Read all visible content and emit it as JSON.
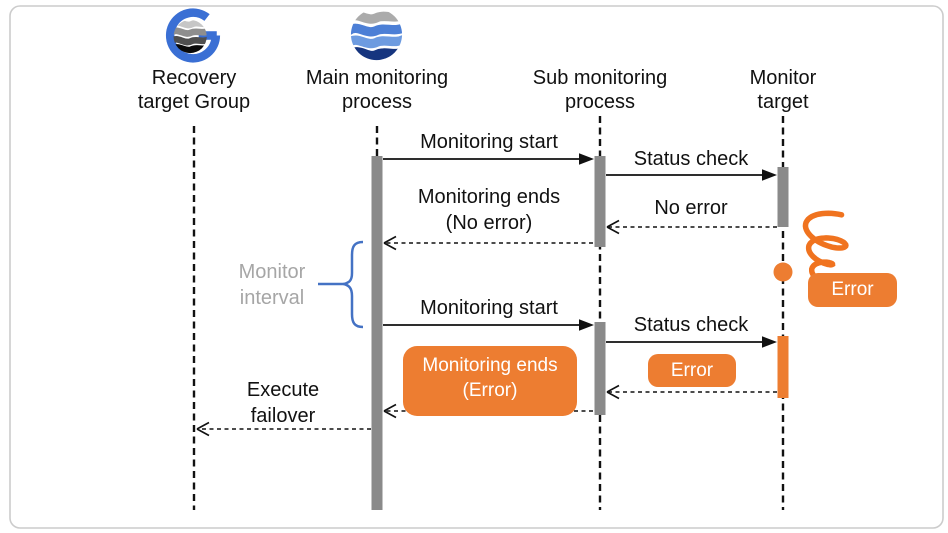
{
  "actors": {
    "recovery": {
      "line1": "Recovery",
      "line2": "target Group"
    },
    "main": {
      "line1": "Main monitoring",
      "line2": "process"
    },
    "sub": {
      "line1": "Sub monitoring",
      "line2": "process"
    },
    "target": {
      "line1": "Monitor",
      "line2": "target"
    }
  },
  "messages": {
    "monitoring_start_1": "Monitoring start",
    "status_check_1": "Status check",
    "no_error": "No error",
    "monitoring_ends_ok": {
      "line1": "Monitoring ends",
      "line2": "(No error)"
    },
    "monitor_interval": {
      "line1": "Monitor",
      "line2": "interval"
    },
    "monitoring_start_2": "Monitoring start",
    "status_check_2": "Status check",
    "monitoring_ends_error": {
      "line1": "Monitoring ends",
      "line2": "(Error)"
    },
    "error_return": "Error",
    "error_event": "Error",
    "execute_failover": {
      "line1": "Execute",
      "line2": "failover"
    }
  },
  "icons": {
    "recovery_group_icon": "g-globe-logo",
    "main_process_icon": "wave-globe-logo",
    "error_spring_icon": "orange-coil-scribble",
    "error_dot": "orange-dot"
  },
  "colors": {
    "orange": "#ED7D31",
    "spring_orange": "#F0731F",
    "activation_gray": "#8A8A8A",
    "brace_blue": "#4472C4",
    "interval_text_gray": "#A6A6A6",
    "line_black": "#111111",
    "slide_border_gray": "#CCCCCC",
    "logo_blue": "#3A6FD4",
    "logo_navy": "#16357F"
  }
}
